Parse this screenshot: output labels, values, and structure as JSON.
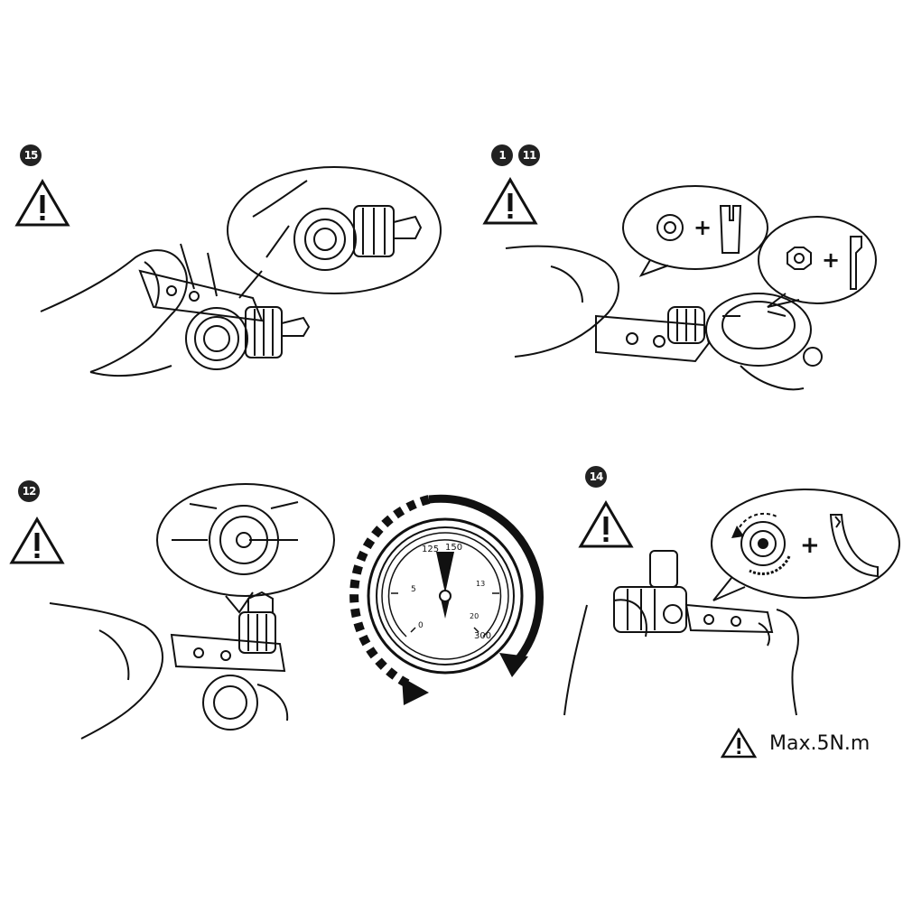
{
  "steps": {
    "step_15": {
      "badge": "15"
    },
    "step_1_11": {
      "badge_a": "1",
      "badge_b": "11"
    },
    "step_12": {
      "badge": "12"
    },
    "step_14": {
      "badge": "14"
    }
  },
  "gauge": {
    "ticks": {
      "t0": "0",
      "t5": "5",
      "t125": "125",
      "t150": "150",
      "t13": "13",
      "t20": "20",
      "t300": "300"
    }
  },
  "torque_note": {
    "label": "Max.5N.m"
  },
  "colors": {
    "ink": "#111111",
    "paper": "#ffffff"
  },
  "icons": [
    "warning-triangle-icon",
    "hex-nut-icon",
    "wrench-slot-icon",
    "rotate-arrows-icon"
  ]
}
